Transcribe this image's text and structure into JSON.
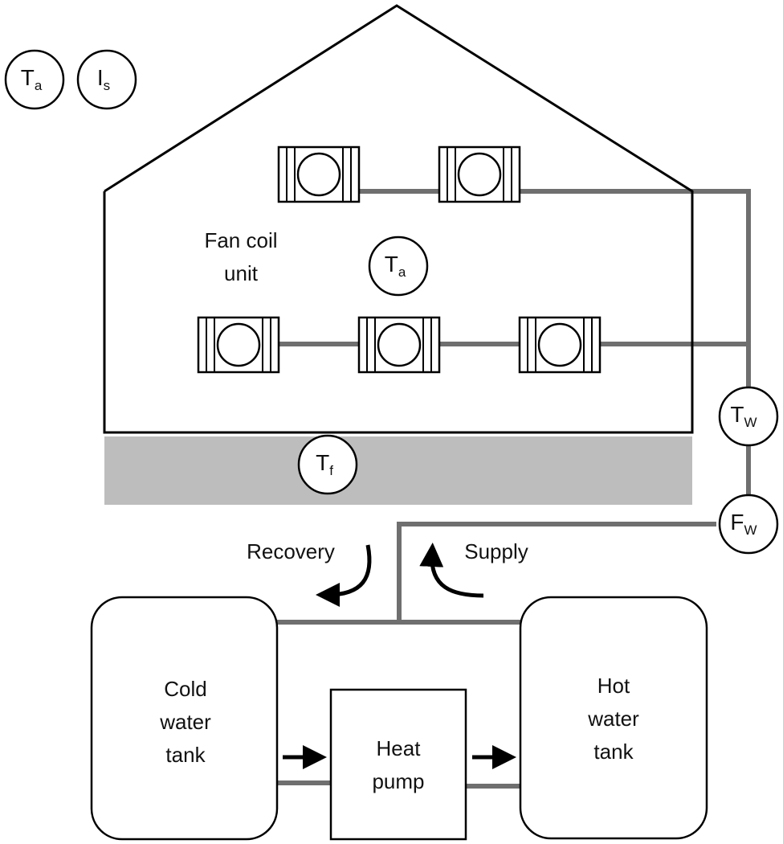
{
  "colors": {
    "pipe": "#6f6f6f",
    "floor": "#bdbdbd",
    "outline": "#000000"
  },
  "labels": {
    "fan_coil_line1": "Fan coil",
    "fan_coil_line2": "unit",
    "recovery": "Recovery",
    "supply": "Supply",
    "cold_tank_line1": "Cold",
    "cold_tank_line2": "water",
    "cold_tank_line3": "tank",
    "heat_pump_line1": "Heat",
    "heat_pump_line2": "pump",
    "hot_tank_line1": "Hot",
    "hot_tank_line2": "water",
    "hot_tank_line3": "tank"
  },
  "sensors": {
    "outdoor_temp": {
      "main": "T",
      "sub": "a"
    },
    "solar_irradiance": {
      "main": "I",
      "sub": "s"
    },
    "indoor_temp": {
      "main": "T",
      "sub": "a"
    },
    "floor_temp": {
      "main": "T",
      "sub": "f"
    },
    "water_temp": {
      "main": "T",
      "sub": "W"
    },
    "water_flow": {
      "main": "F",
      "sub": "W"
    }
  }
}
